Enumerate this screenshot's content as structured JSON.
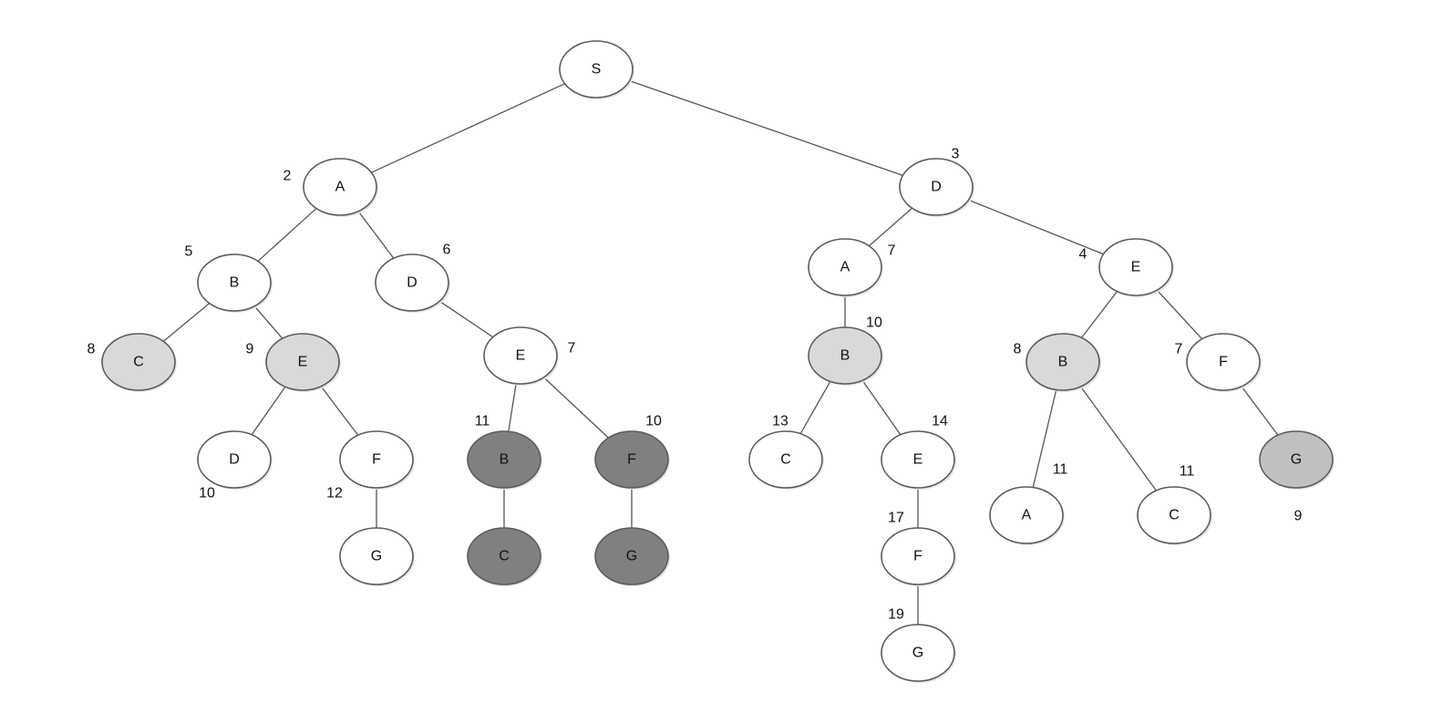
{
  "diagram": {
    "type": "search-tree",
    "fill_styles": {
      "white": "#ffffff",
      "light": "#d9d9d9",
      "medium": "#c0c0c0",
      "dark": "#808080"
    },
    "nodes": [
      {
        "id": "S",
        "label": "S",
        "cost": "",
        "fill": "white",
        "parent": null
      },
      {
        "id": "A1",
        "label": "A",
        "cost": "2",
        "fill": "white",
        "parent": "S"
      },
      {
        "id": "D1",
        "label": "D",
        "cost": "3",
        "fill": "white",
        "parent": "S"
      },
      {
        "id": "B1",
        "label": "B",
        "cost": "5",
        "fill": "white",
        "parent": "A1"
      },
      {
        "id": "D2",
        "label": "D",
        "cost": "6",
        "fill": "white",
        "parent": "A1"
      },
      {
        "id": "C1",
        "label": "C",
        "cost": "8",
        "fill": "light",
        "parent": "B1"
      },
      {
        "id": "E1",
        "label": "E",
        "cost": "9",
        "fill": "light",
        "parent": "B1"
      },
      {
        "id": "E2",
        "label": "E",
        "cost": "7",
        "fill": "white",
        "parent": "D2"
      },
      {
        "id": "D3",
        "label": "D",
        "cost": "10",
        "fill": "white",
        "parent": "E1"
      },
      {
        "id": "F1",
        "label": "F",
        "cost": "12",
        "fill": "white",
        "parent": "E1"
      },
      {
        "id": "G1",
        "label": "G",
        "cost": "",
        "fill": "white",
        "parent": "F1"
      },
      {
        "id": "B2",
        "label": "B",
        "cost": "11",
        "fill": "dark",
        "parent": "E2"
      },
      {
        "id": "F2",
        "label": "F",
        "cost": "10",
        "fill": "dark",
        "parent": "E2"
      },
      {
        "id": "C2",
        "label": "C",
        "cost": "",
        "fill": "dark",
        "parent": "B2"
      },
      {
        "id": "G2",
        "label": "G",
        "cost": "",
        "fill": "dark",
        "parent": "F2"
      },
      {
        "id": "A2",
        "label": "A",
        "cost": "7",
        "fill": "white",
        "parent": "D1"
      },
      {
        "id": "E3",
        "label": "E",
        "cost": "4",
        "fill": "white",
        "parent": "D1"
      },
      {
        "id": "B3",
        "label": "B",
        "cost": "10",
        "fill": "light",
        "parent": "A2"
      },
      {
        "id": "C3",
        "label": "C",
        "cost": "13",
        "fill": "white",
        "parent": "B3"
      },
      {
        "id": "E4",
        "label": "E",
        "cost": "14",
        "fill": "white",
        "parent": "B3"
      },
      {
        "id": "F3",
        "label": "F",
        "cost": "17",
        "fill": "white",
        "parent": "E4"
      },
      {
        "id": "G3",
        "label": "G",
        "cost": "19",
        "fill": "white",
        "parent": "F3"
      },
      {
        "id": "B4",
        "label": "B",
        "cost": "8",
        "fill": "light",
        "parent": "E3"
      },
      {
        "id": "F4",
        "label": "F",
        "cost": "7",
        "fill": "white",
        "parent": "E3"
      },
      {
        "id": "A3",
        "label": "A",
        "cost": "11",
        "fill": "white",
        "parent": "B4"
      },
      {
        "id": "C4",
        "label": "C",
        "cost": "11",
        "fill": "white",
        "parent": "B4"
      },
      {
        "id": "G4",
        "label": "G",
        "cost": "9",
        "fill": "medium",
        "parent": "F4"
      }
    ]
  }
}
